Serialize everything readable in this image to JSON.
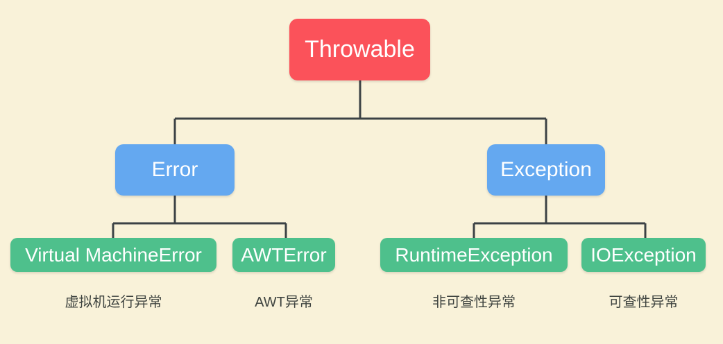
{
  "diagram": {
    "type": "tree-hierarchy",
    "colors": {
      "background": "#f9f2d9",
      "root_node": "#fb525a",
      "level2_node": "#64a8f0",
      "level3_node": "#4ec08c",
      "connector_line": "#3c4245",
      "node_text": "#ffffff",
      "caption_text": "#3f4440"
    },
    "nodes": {
      "root": {
        "label": "Throwable"
      },
      "error": {
        "label": "Error"
      },
      "exception": {
        "label": "Exception"
      },
      "virtual_machine_error": {
        "label": "Virtual MachineError",
        "caption": "虚拟机运行异常"
      },
      "awt_error": {
        "label": "AWTError",
        "caption": "AWT异常"
      },
      "runtime_exception": {
        "label": "RuntimeException",
        "caption": "非可查性异常"
      },
      "io_exception": {
        "label": "IOException",
        "caption": "可查性异常"
      }
    },
    "edges": [
      {
        "from": "Throwable",
        "to": "Error"
      },
      {
        "from": "Throwable",
        "to": "Exception"
      },
      {
        "from": "Error",
        "to": "Virtual MachineError"
      },
      {
        "from": "Error",
        "to": "AWTError"
      },
      {
        "from": "Exception",
        "to": "RuntimeException"
      },
      {
        "from": "Exception",
        "to": "IOException"
      }
    ]
  }
}
